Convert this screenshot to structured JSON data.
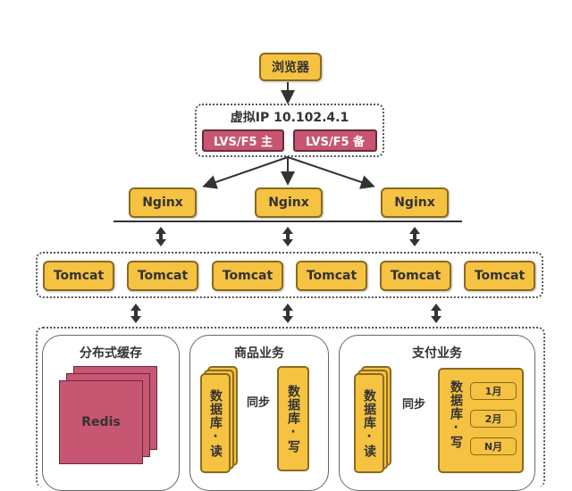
{
  "browser": {
    "label": "浏览器"
  },
  "vip": {
    "label": "虚拟IP 10.102.4.1",
    "lvs_main": "LVS/F5 主",
    "lvs_backup": "LVS/F5 备"
  },
  "nginx": [
    "Nginx",
    "Nginx",
    "Nginx"
  ],
  "tomcat": [
    "Tomcat",
    "Tomcat",
    "Tomcat",
    "Tomcat",
    "Tomcat",
    "Tomcat"
  ],
  "cache": {
    "title": "分布式缓存",
    "redis": "Redis"
  },
  "product": {
    "title": "商品业务",
    "db_read": "数据库·读",
    "sync": "同步",
    "db_write": "数据库·写"
  },
  "payment": {
    "title": "支付业务",
    "db_read": "数据库·读",
    "sync": "同步",
    "db_write": "数据库·写",
    "months": [
      "1月",
      "2月",
      "N月"
    ]
  }
}
